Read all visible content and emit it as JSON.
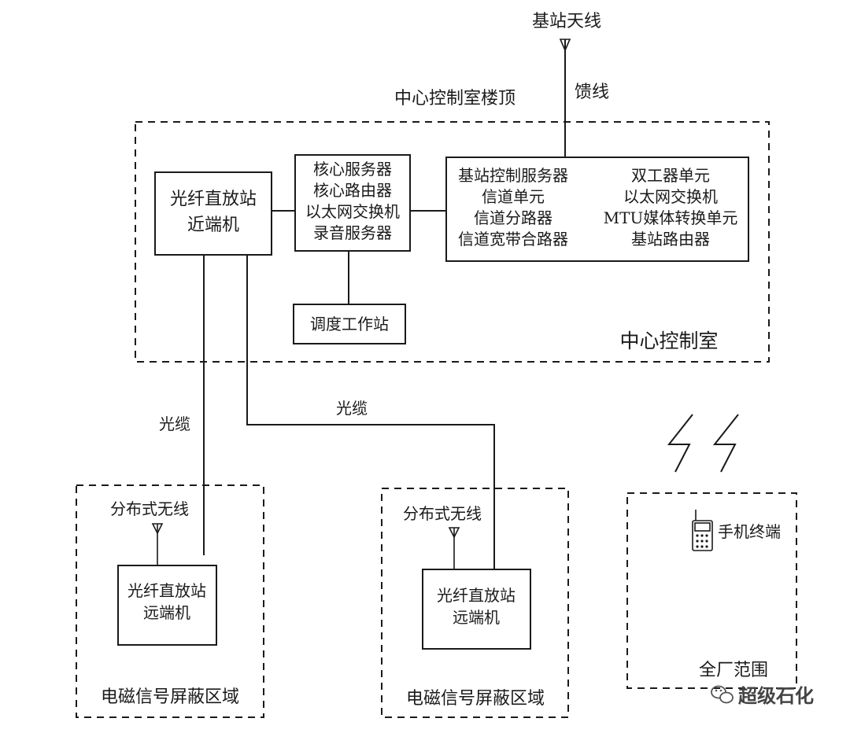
{
  "antenna": {
    "label": "基站天线",
    "feeder_label": "馈线"
  },
  "rooftop_label": "中心控制室楼顶",
  "control_room": {
    "label": "中心控制室",
    "repeater_near": {
      "line1": "光纤直放站",
      "line2": "近端机"
    },
    "core_box": [
      "核心服务器",
      "核心路由器",
      "以太网交换机",
      "录音服务器"
    ],
    "bs_box_left": [
      "基站控制服务器",
      "信道单元",
      "信道分路器",
      "信道宽带合路器"
    ],
    "bs_box_right": [
      "双工器单元",
      "以太网交换机",
      "MTU媒体转换单元",
      "基站路由器"
    ],
    "dispatch_station": "调度工作站"
  },
  "cables": {
    "left_label": "光缆",
    "mid_label": "光缆"
  },
  "zones": [
    {
      "label": "电磁信号屏蔽区域",
      "antenna_label": "分布式无线",
      "repeater": {
        "line1": "光纤直放站",
        "line2": "远端机"
      }
    },
    {
      "label": "电磁信号屏蔽区域",
      "antenna_label": "分布式无线",
      "repeater": {
        "line1": "光纤直放站",
        "line2": "远端机"
      }
    }
  ],
  "plant": {
    "label": "全厂范围",
    "terminal_label": "手机终端"
  },
  "watermark": {
    "text": "超级石化",
    "icon": "wechat-icon"
  }
}
